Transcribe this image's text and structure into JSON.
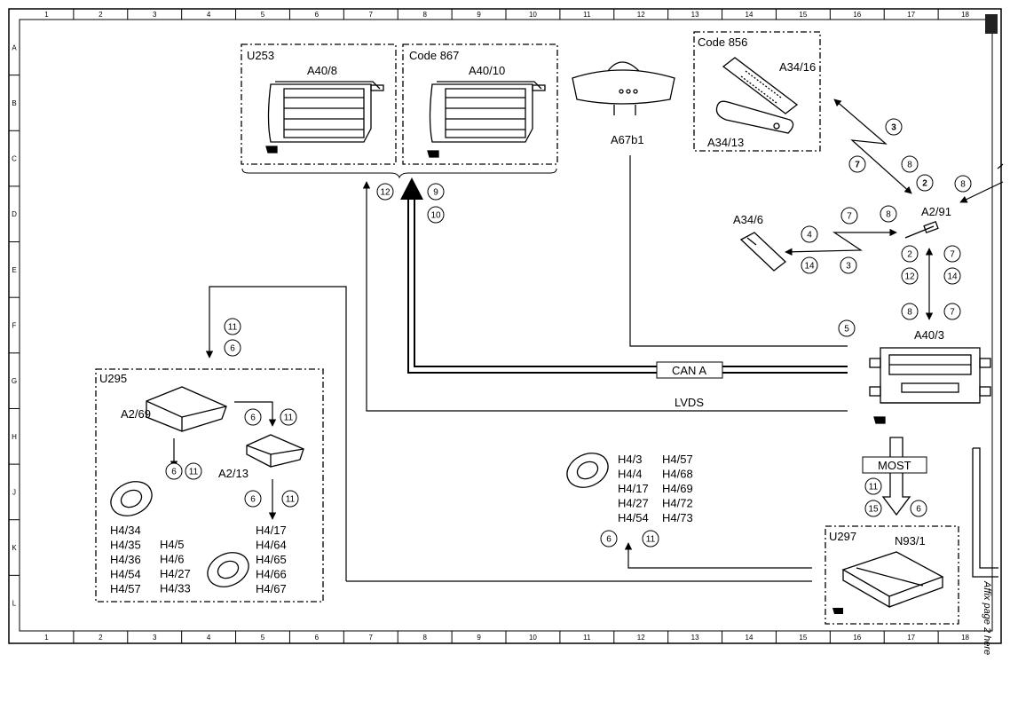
{
  "grid": {
    "columns": [
      "1",
      "2",
      "3",
      "4",
      "5",
      "6",
      "7",
      "8",
      "9",
      "10",
      "11",
      "12",
      "13",
      "14",
      "15",
      "16",
      "17",
      "18"
    ],
    "rows": [
      "A",
      "B",
      "C",
      "D",
      "E",
      "F",
      "G",
      "H",
      "J",
      "K",
      "L"
    ]
  },
  "boxes": {
    "u253": "U253",
    "code867": "Code 867",
    "code856": "Code 856",
    "u295": "U295",
    "u297": "U297"
  },
  "components": {
    "a40_8": "A40/8",
    "a40_10": "A40/10",
    "a67b1": "A67b1",
    "a34_16": "A34/16",
    "a34_13": "A34/13",
    "a34_6": "A34/6",
    "a2_91": "A2/91",
    "a40_3": "A40/3",
    "a2_69": "A2/69",
    "a2_13": "A2/13",
    "n93_1": "N93/1"
  },
  "buses": {
    "can_a": "CAN A",
    "lvds": "LVDS",
    "most": "MOST"
  },
  "speaker_groups": {
    "left": [
      "H4/34",
      "H4/35",
      "H4/36",
      "H4/54",
      "H4/57"
    ],
    "left_mid": [
      "H4/5",
      "H4/6",
      "H4/27",
      "H4/33"
    ],
    "right": [
      "H4/17",
      "H4/64",
      "H4/65",
      "H4/66",
      "H4/67"
    ],
    "center_a": [
      "H4/3",
      "H4/4",
      "H4/17",
      "H4/27",
      "H4/54"
    ],
    "center_b": [
      "H4/57",
      "H4/68",
      "H4/69",
      "H4/72",
      "H4/73"
    ]
  },
  "markers": [
    "12",
    "9",
    "10",
    "3",
    "7",
    "8",
    "2",
    "8",
    "7",
    "8",
    "4",
    "14",
    "3",
    "2",
    "12",
    "7",
    "14",
    "8",
    "7",
    "5",
    "11",
    "6",
    "6",
    "11",
    "6",
    "11",
    "6",
    "11",
    "11",
    "15",
    "6",
    "6",
    "11"
  ],
  "side_note": "Affix page 2 here"
}
